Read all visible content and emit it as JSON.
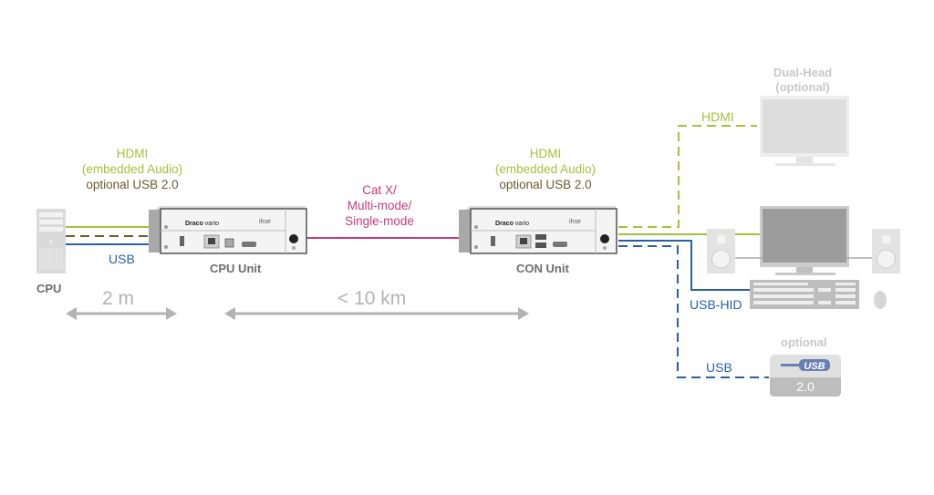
{
  "diagram": {
    "left_signals": {
      "line1": "HDMI",
      "line2": "(embedded Audio)",
      "line3": "optional USB 2.0"
    },
    "right_signals": {
      "line1": "HDMI",
      "line2": "(embedded Audio)",
      "line3": "optional USB 2.0"
    },
    "link": {
      "line1": "Cat X/",
      "line2": "Multi-mode/",
      "line3": "Single-mode"
    },
    "cpu_label": "CPU",
    "cpu_unit_label": "CPU Unit",
    "con_unit_label": "CON Unit",
    "usb_left_label": "USB",
    "distance_short": "2 m",
    "distance_long": "< 10 km",
    "dual_head": {
      "line1": "Dual-Head",
      "line2": "(optional)"
    },
    "hdmi_dual_label": "HDMI",
    "usb_hid_label": "USB-HID",
    "usb_right_label": "USB",
    "optional_label": "optional",
    "usb_logo_text": "USB",
    "usb_version": "2.0",
    "device_brand": "Draco",
    "device_model": "vario",
    "device_maker": "ihse",
    "colors": {
      "hdmi": "#a3c23a",
      "usb20": "#6e5a2c",
      "usb": "#2a5fa6",
      "link": "#c93a7d",
      "arrow": "#b3b3b3"
    }
  }
}
